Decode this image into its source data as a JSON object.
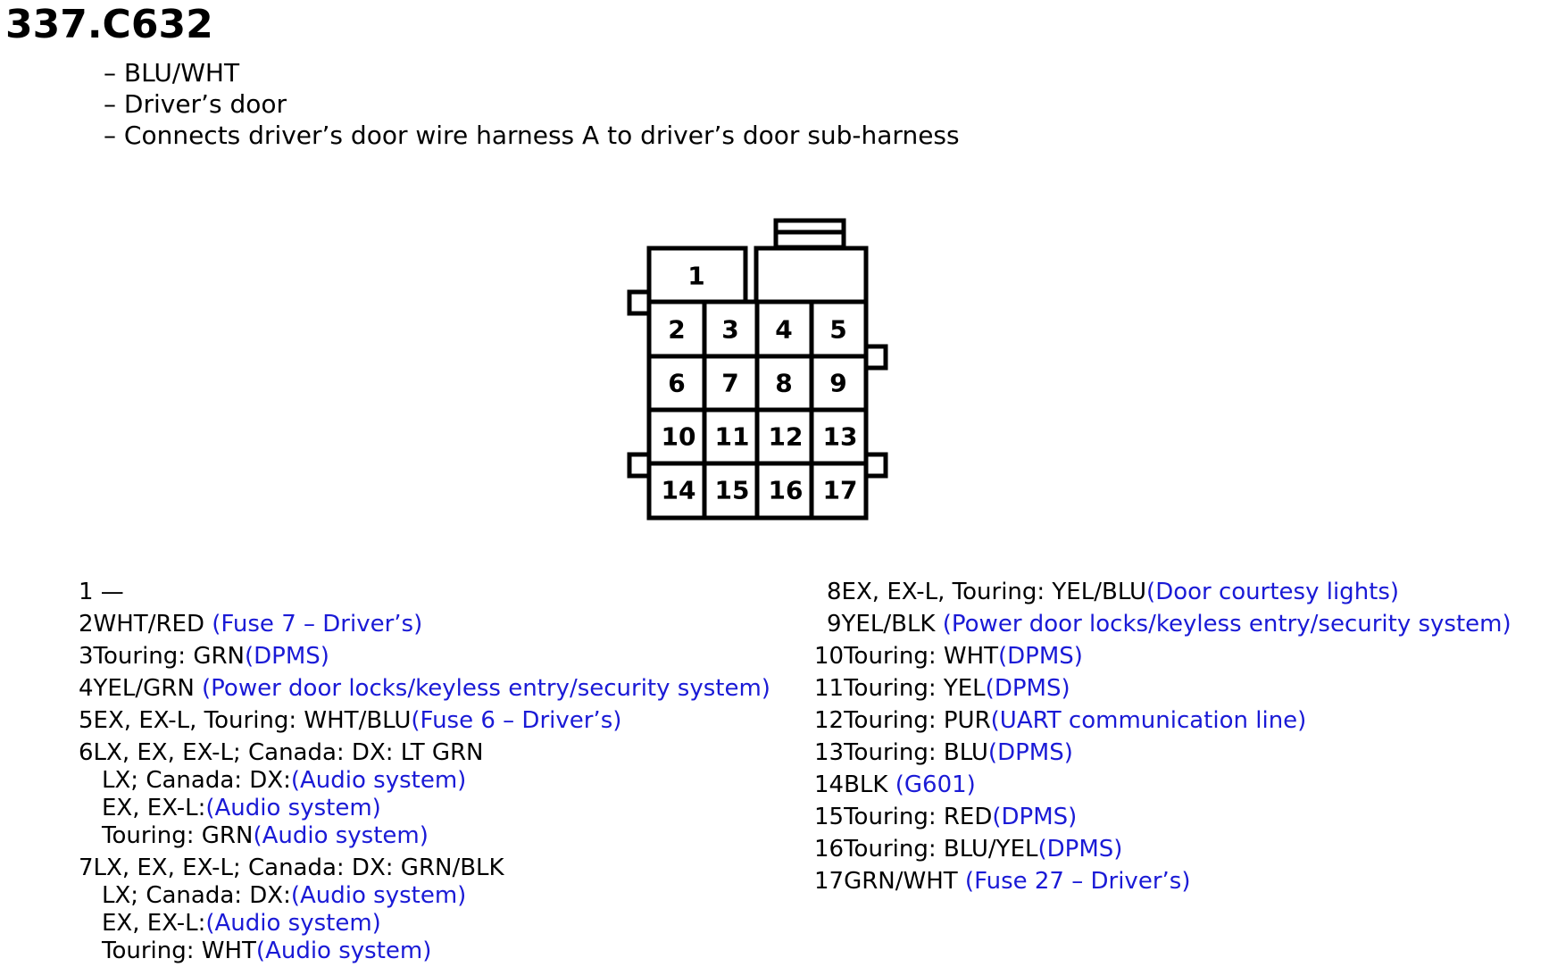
{
  "title": "337.C632",
  "description": [
    "– BLU/WHT",
    "– Driver’s door",
    "– Connects driver’s door wire harness A to driver’s door sub-harness"
  ],
  "connector": {
    "pins": [
      "1",
      "2",
      "3",
      "4",
      "5",
      "6",
      "7",
      "8",
      "9",
      "10",
      "11",
      "12",
      "13",
      "14",
      "15",
      "16",
      "17"
    ]
  },
  "pin_list_left": [
    {
      "num": "1",
      "text": " —",
      "link": ""
    },
    {
      "num": "2",
      "text": "WHT/RED ",
      "link": "(Fuse 7 – Driver’s)"
    },
    {
      "num": "3",
      "text": "Touring: GRN",
      "link": "(DPMS)"
    },
    {
      "num": "4",
      "text": "YEL/GRN  ",
      "link": "(Power door locks/keyless entry/security system)"
    },
    {
      "num": "5",
      "text": "EX, EX-L, Touring: WHT/BLU",
      "link": "(Fuse 6 – Driver’s)"
    },
    {
      "num": "6",
      "text": "LX, EX, EX-L; Canada: DX: LT GRN",
      "link": ""
    },
    {
      "num": "",
      "text": "LX; Canada: DX:",
      "link": "(Audio system)",
      "sub": true
    },
    {
      "num": "",
      "text": "EX, EX-L:",
      "link": "(Audio system)",
      "sub": true
    },
    {
      "num": "",
      "text": "Touring: GRN",
      "link": "(Audio system)",
      "sub": true
    },
    {
      "num": "7",
      "text": "LX, EX, EX-L; Canada: DX: GRN/BLK",
      "link": ""
    },
    {
      "num": "",
      "text": "LX; Canada: DX:",
      "link": "(Audio system)",
      "sub": true
    },
    {
      "num": "",
      "text": "EX, EX-L:",
      "link": "(Audio system)",
      "sub": true
    },
    {
      "num": "",
      "text": "Touring: WHT",
      "link": "(Audio system)",
      "sub": true
    }
  ],
  "pin_list_right": [
    {
      "num": "8",
      "text": "EX, EX-L, Touring: YEL/BLU",
      "link": "(Door courtesy lights)",
      "indent": true
    },
    {
      "num": "9",
      "text": "YEL/BLK  ",
      "link": "(Power door locks/keyless entry/security system)",
      "indent": true
    },
    {
      "num": "10",
      "text": "Touring: WHT",
      "link": "(DPMS)"
    },
    {
      "num": "11",
      "text": "Touring: YEL",
      "link": "(DPMS)"
    },
    {
      "num": "12",
      "text": "Touring: PUR",
      "link": "(UART communication line)"
    },
    {
      "num": "13",
      "text": "Touring: BLU",
      "link": "(DPMS)"
    },
    {
      "num": "14",
      "text": "BLK  ",
      "link": "(G601)"
    },
    {
      "num": "15",
      "text": "Touring: RED",
      "link": "(DPMS)"
    },
    {
      "num": "16",
      "text": "Touring: BLU/YEL",
      "link": "(DPMS)"
    },
    {
      "num": "17",
      "text": "GRN/WHT ",
      "link": "(Fuse 27 – Driver’s)"
    }
  ],
  "colors": {
    "text": "#000000",
    "link": "#1a1ad6",
    "outline": "#000000"
  }
}
